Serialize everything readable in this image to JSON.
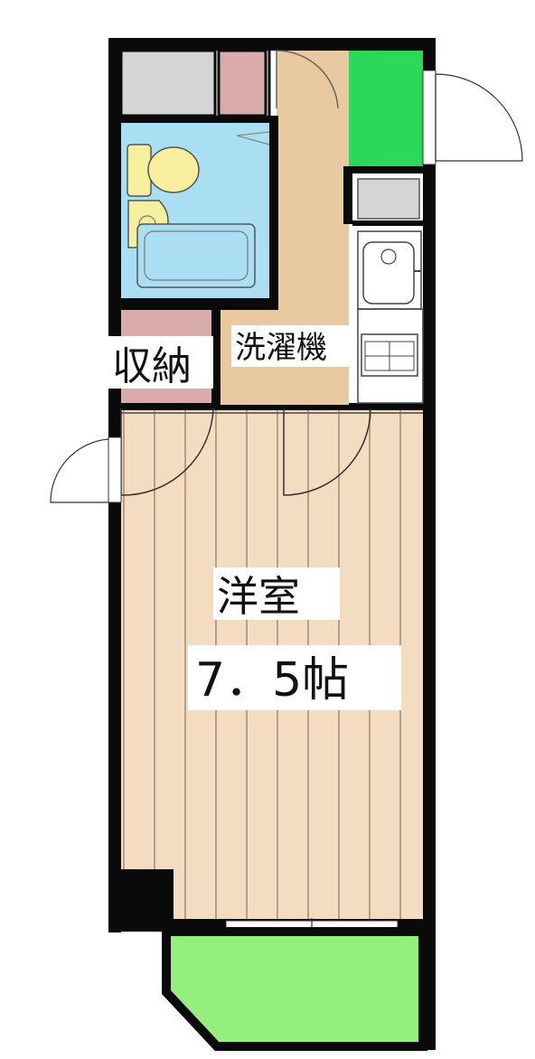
{
  "labels": {
    "storage": "収納",
    "washing_machine": "洗濯機",
    "room_name": "洋室",
    "room_size": "7．5帖"
  },
  "colors": {
    "wall": "#0a0a0a",
    "floor_wood": "#f3dcc0",
    "floor_stripe": "#b69f87",
    "corridor": "#e8c9a0",
    "bathroom": "#a9def3",
    "fixture_yellow": "#f6ef9e",
    "storage_pink": "#d9abab",
    "closet_gray": "#d5d5d5",
    "shoebox_green": "#2bd85a",
    "balcony_green": "#94ef7c"
  }
}
